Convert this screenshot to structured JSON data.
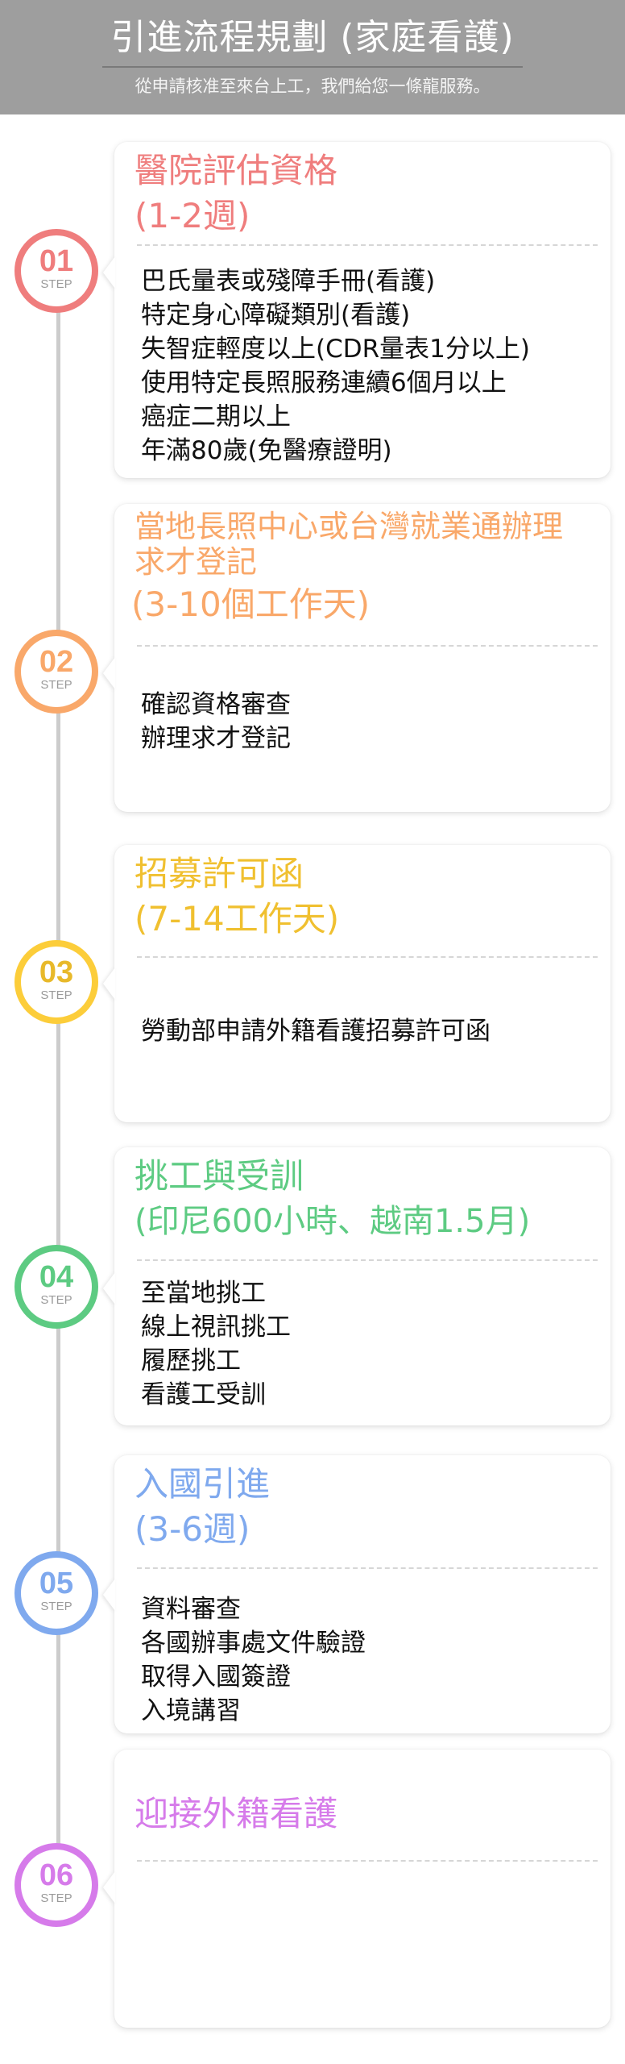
{
  "header": {
    "title": "引進流程規劃 (家庭看護)",
    "subtitle": "從申請核准至來台上工，我們給您一條龍服務。"
  },
  "step_label": "STEP",
  "colors": {
    "header_bg": "#9e9e9e",
    "timeline_line": "#cccccc",
    "step1": "#ef7d7d",
    "step2": "#f9a86a",
    "step3": "#fccd3a",
    "step3_text": "#e8b92a",
    "step4": "#5dcb82",
    "step5": "#7fa9ee",
    "step6": "#d67bea"
  },
  "steps": [
    {
      "number": "01",
      "title_line1": "醫院評估資格",
      "title_line2": "(1-2週)",
      "items": [
        "巴氏量表或殘障手冊(看護)",
        "特定身心障礙類別(看護)",
        "失智症輕度以上(CDR量表1分以上)",
        "使用特定長照服務連續6個月以上",
        "癌症二期以上",
        "年滿80歲(免醫療證明)"
      ]
    },
    {
      "number": "02",
      "title_line1": "當地長照中心或台灣就業通辦理",
      "title_line1b": "求才登記",
      "title_line2": "(3-10個工作天)",
      "items": [
        "確認資格審查",
        "辦理求才登記"
      ]
    },
    {
      "number": "03",
      "title_line1": "招募許可函",
      "title_line2": "(7-14工作天)",
      "items": [
        "勞動部申請外籍看護招募許可函"
      ]
    },
    {
      "number": "04",
      "title_line1": "挑工與受訓",
      "title_line2": "(印尼600小時、越南1.5月)",
      "items": [
        "至當地挑工",
        "線上視訊挑工",
        "履歷挑工",
        "看護工受訓"
      ]
    },
    {
      "number": "05",
      "title_line1": "入國引進",
      "title_line2": "(3-6週)",
      "items": [
        "資料審查",
        "各國辦事處文件驗證",
        "取得入國簽證",
        "入境講習"
      ]
    },
    {
      "number": "06",
      "title_line1": "迎接外籍看護",
      "items": []
    }
  ]
}
